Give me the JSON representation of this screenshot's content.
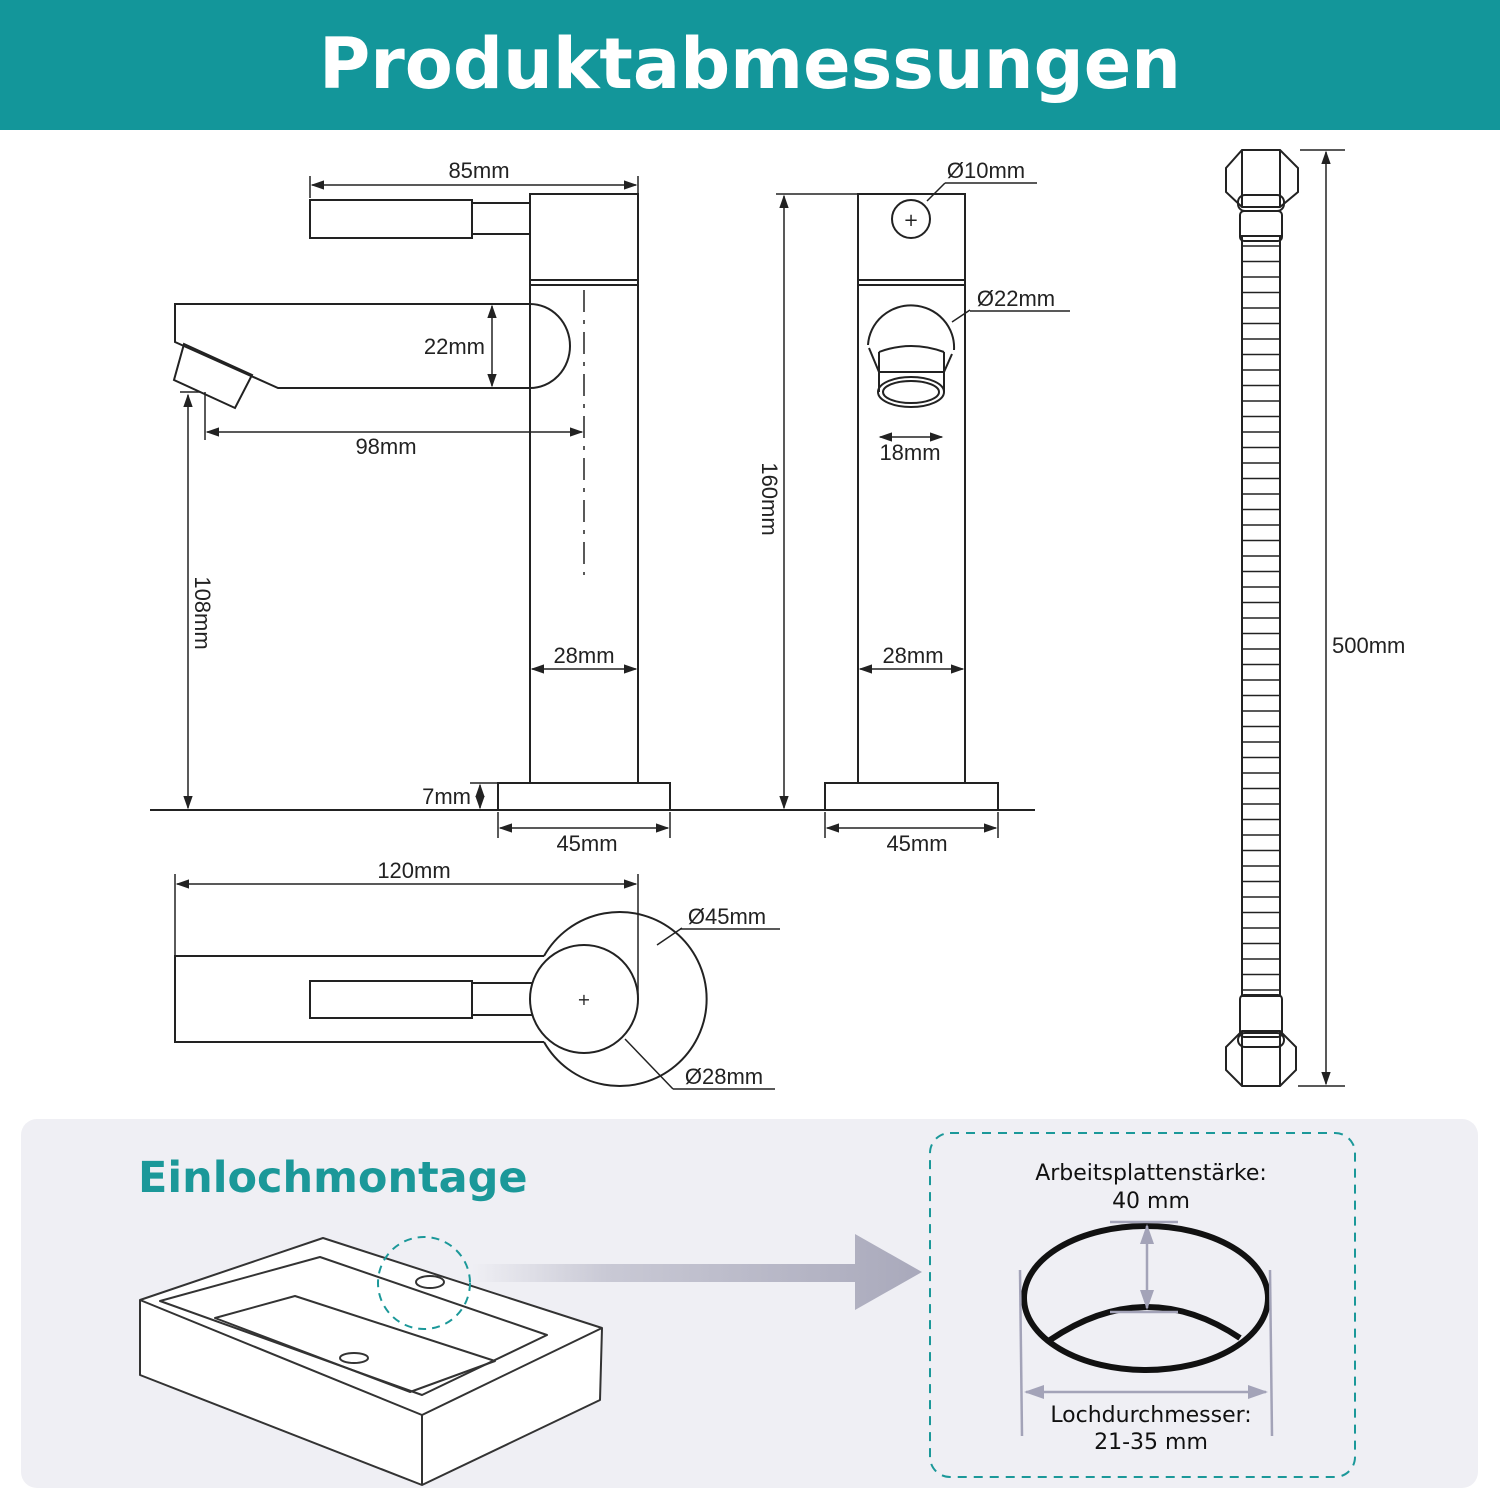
{
  "header": {
    "title": "Produktabmessungen",
    "background": "#13969a",
    "text_color": "#ffffff"
  },
  "dimensions": {
    "lever_length": "85mm",
    "spout_height": "22mm",
    "spout_reach": "98mm",
    "clearance_height": "108mm",
    "body_width_side": "28mm",
    "base_thickness": "7mm",
    "base_diameter_side": "45mm",
    "handle_diameter": "Ø10mm",
    "spout_diameter": "Ø22mm",
    "aerator_width": "18mm",
    "total_height": "160mm",
    "body_width_front": "28mm",
    "base_diameter_front": "45mm",
    "hose_length": "500mm",
    "top_length": "120mm",
    "base_plate_diameter": "Ø45mm",
    "body_diameter_top": "Ø28mm"
  },
  "installation": {
    "title": "Einlochmontage",
    "title_color": "#1b9899",
    "thickness_label": "Arbeitsplattenstärke:",
    "thickness_value": "40 mm",
    "hole_label": "Lochdurchmesser:",
    "hole_value": "21-35 mm",
    "panel_color": "#efeff4",
    "dash_color": "#1b9899",
    "arrow_color": "#b3b3c2"
  }
}
